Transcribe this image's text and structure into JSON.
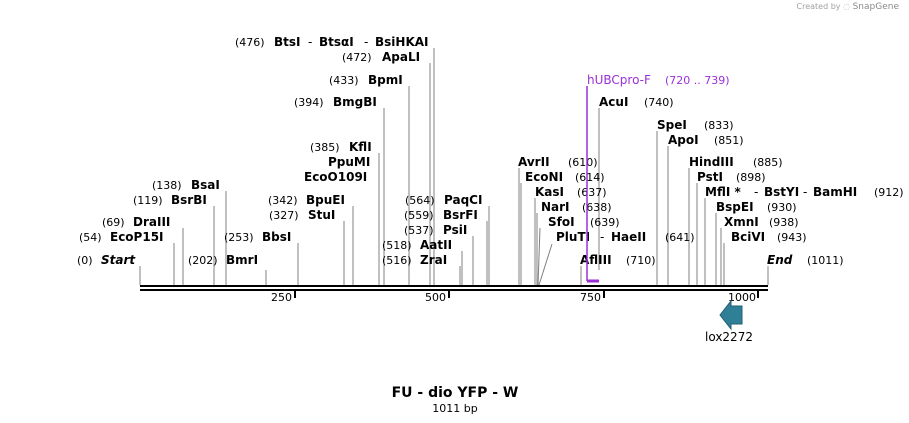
{
  "watermark": {
    "prefix": "Created by",
    "brand": "SnapGene"
  },
  "map": {
    "title": "FU - dio YFP - W",
    "length_label": "1011 bp",
    "length": 1011,
    "ticks": [
      "250",
      "500",
      "750",
      "1000"
    ],
    "start": {
      "pos": "(0)",
      "label": "Start"
    },
    "end": {
      "label": "End",
      "pos": "(1011)"
    }
  },
  "sites": [
    {
      "pos": "(54)",
      "names": [
        "EcoP15I"
      ]
    },
    {
      "pos": "(69)",
      "names": [
        "DraIII"
      ]
    },
    {
      "pos": "(119)",
      "names": [
        "BsrBI"
      ]
    },
    {
      "pos": "(138)",
      "names": [
        "BsaI"
      ]
    },
    {
      "pos": "(202)",
      "names": [
        "BmrI"
      ]
    },
    {
      "pos": "(253)",
      "names": [
        "BbsI"
      ]
    },
    {
      "pos": "(327)",
      "names": [
        "StuI"
      ]
    },
    {
      "pos": "(342)",
      "names": [
        "BpuEI"
      ]
    },
    {
      "pos": "(385)",
      "names": [
        "KflI",
        "PpuMI",
        "EcoO109I"
      ]
    },
    {
      "pos": "(394)",
      "names": [
        "BmgBI"
      ]
    },
    {
      "pos": "(433)",
      "names": [
        "BpmI"
      ]
    },
    {
      "pos": "(472)",
      "names": [
        "ApaLI"
      ]
    },
    {
      "pos": "(476)",
      "names": [
        "BtsI",
        "BtsαI",
        "BsiHKAI"
      ]
    },
    {
      "pos": "(516)",
      "names": [
        "ZraI"
      ]
    },
    {
      "pos": "(518)",
      "names": [
        "AatII"
      ]
    },
    {
      "pos": "(537)",
      "names": [
        "PsiI"
      ]
    },
    {
      "pos": "(559)",
      "names": [
        "BsrFI"
      ]
    },
    {
      "pos": "(564)",
      "names": [
        "PaqCI"
      ]
    },
    {
      "pos": "(610)",
      "names": [
        "AvrII"
      ]
    },
    {
      "pos": "(614)",
      "names": [
        "EcoNI"
      ]
    },
    {
      "pos": "(637)",
      "names": [
        "KasI"
      ]
    },
    {
      "pos": "(638)",
      "names": [
        "NarI"
      ]
    },
    {
      "pos": "(639)",
      "names": [
        "SfoI"
      ]
    },
    {
      "pos": "(641)",
      "names": [
        "PluTI",
        "HaeII"
      ]
    },
    {
      "pos": "(710)",
      "names": [
        "AflIII"
      ]
    },
    {
      "pos": "(740)",
      "names": [
        "AcuI"
      ]
    },
    {
      "pos": "(833)",
      "names": [
        "SpeI"
      ]
    },
    {
      "pos": "(851)",
      "names": [
        "ApoI"
      ]
    },
    {
      "pos": "(885)",
      "names": [
        "HindIII"
      ]
    },
    {
      "pos": "(898)",
      "names": [
        "PstI"
      ]
    },
    {
      "pos": "(912)",
      "names": [
        "MflI *",
        "BstYI",
        "BamHI"
      ]
    },
    {
      "pos": "(930)",
      "names": [
        "BspEI"
      ]
    },
    {
      "pos": "(938)",
      "names": [
        "XmnI"
      ]
    },
    {
      "pos": "(943)",
      "names": [
        "BciVI"
      ]
    }
  ],
  "primer": {
    "name": "hUBCpro-F",
    "range": "(720 .. 739)",
    "color": "#9b30d9"
  },
  "feature": {
    "name": "lox2272",
    "color": "#2f7f97",
    "direction": "reverse"
  }
}
